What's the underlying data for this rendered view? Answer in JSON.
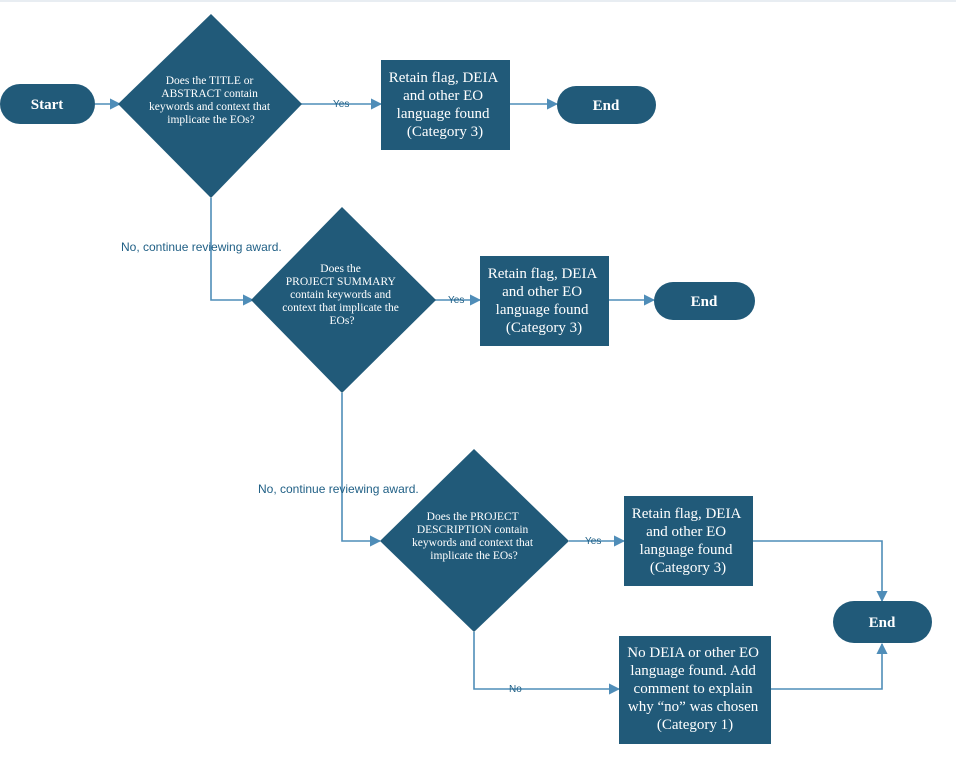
{
  "colors": {
    "node_fill": "#215a79",
    "edge_stroke": "#4f8db8",
    "label_text": "#1f5f85",
    "node_text": "#ffffff"
  },
  "nodes": {
    "start": {
      "label": "Start"
    },
    "decision_title_abstract": {
      "lines": [
        "Does the TITLE or",
        "ABSTRACT contain",
        "keywords and context that",
        "implicate the EOs?"
      ]
    },
    "retain_1": {
      "lines": [
        "Retain flag, DEIA",
        "and other EO",
        "language found",
        "(Category 3)"
      ]
    },
    "end_1": {
      "label": "End"
    },
    "decision_project_summary": {
      "lines": [
        "Does the",
        "PROJECT SUMMARY",
        "contain keywords and",
        "context that implicate the",
        "EOs?"
      ]
    },
    "retain_2": {
      "lines": [
        "Retain flag, DEIA",
        "and other EO",
        "language found",
        "(Category 3)"
      ]
    },
    "end_2": {
      "label": "End"
    },
    "decision_project_description": {
      "lines": [
        "Does the PROJECT",
        "DESCRIPTION contain",
        "keywords and context that",
        "implicate the EOs?"
      ]
    },
    "retain_3": {
      "lines": [
        "Retain flag, DEIA",
        "and other EO",
        "language found",
        "(Category 3)"
      ]
    },
    "end_3": {
      "label": "End"
    },
    "no_deia": {
      "lines": [
        "No DEIA or other EO",
        "language found. Add",
        "comment to explain",
        "why “no” was chosen",
        "(Category 1)"
      ]
    }
  },
  "edges": {
    "yes_1": "Yes",
    "yes_2": "Yes",
    "yes_3": "Yes",
    "no_final": "No",
    "no_continue_1": "No, continue reviewing award.",
    "no_continue_2": "No, continue reviewing award."
  }
}
